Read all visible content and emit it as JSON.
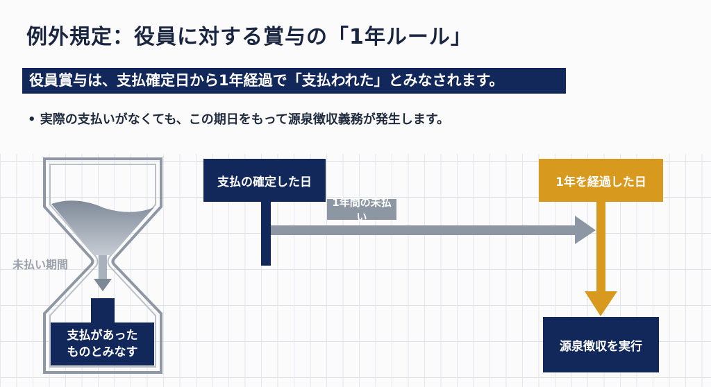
{
  "title": "例外規定：役員に対する賞与の「1年ルール」",
  "subtitle": "役員賞与は、支払確定日から1年経過で「支払われた」とみなされます。",
  "bullet": "• 実際の支払いがなくても、この期日をもって源泉徴収義務が発生します。",
  "hourglass": {
    "label": "未払い期間",
    "result": "支払があった\nものとみなす"
  },
  "timeline": {
    "start": "支払の確定した日",
    "period": "1年間の未払い",
    "end": "1年を経過した日",
    "action": "源泉徴収を実行"
  },
  "colors": {
    "navy": "#13285a",
    "gold": "#d89a1e",
    "gray": "#8d96a3"
  }
}
